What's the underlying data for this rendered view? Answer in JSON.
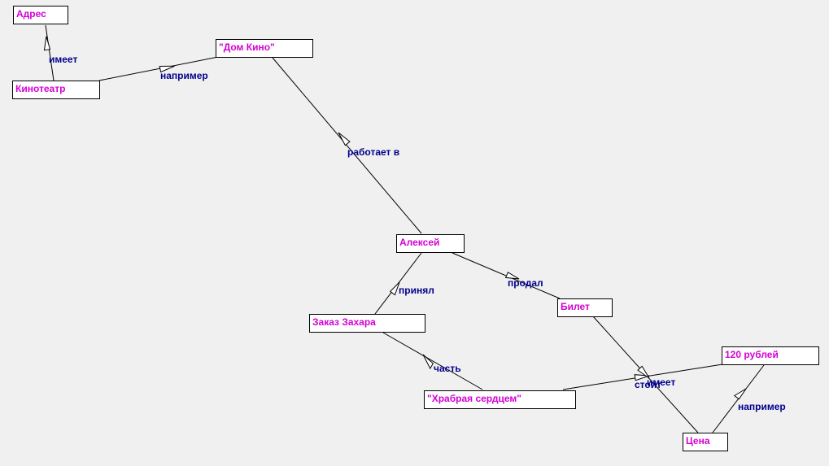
{
  "colors": {
    "background": "#f0f0f0",
    "node_text": "#d400d4",
    "node_fill": "#ffffff",
    "edge_label": "#00008b",
    "edge_line": "#000000"
  },
  "nodes": {
    "adres": "Адрес",
    "kinoteatr": "Кинотеатр",
    "dom_kino": "\"Дом Кино\"",
    "aleksey": "Алексей",
    "zakaz_zahara": "Заказ Захара",
    "bilet": "Билет",
    "hrabraya": "\"Храбрая сердцем\"",
    "rubley": "120 рублей",
    "tsena": "Цена"
  },
  "edges": {
    "imeet_1": "имеет",
    "naprimer_1": "например",
    "rabotaet_v": "работает в",
    "prinyal": "принял",
    "prodal": "продал",
    "chast": "часть",
    "stoit": "стоит",
    "imeet_2": "имеет",
    "naprimer_2": "например"
  }
}
